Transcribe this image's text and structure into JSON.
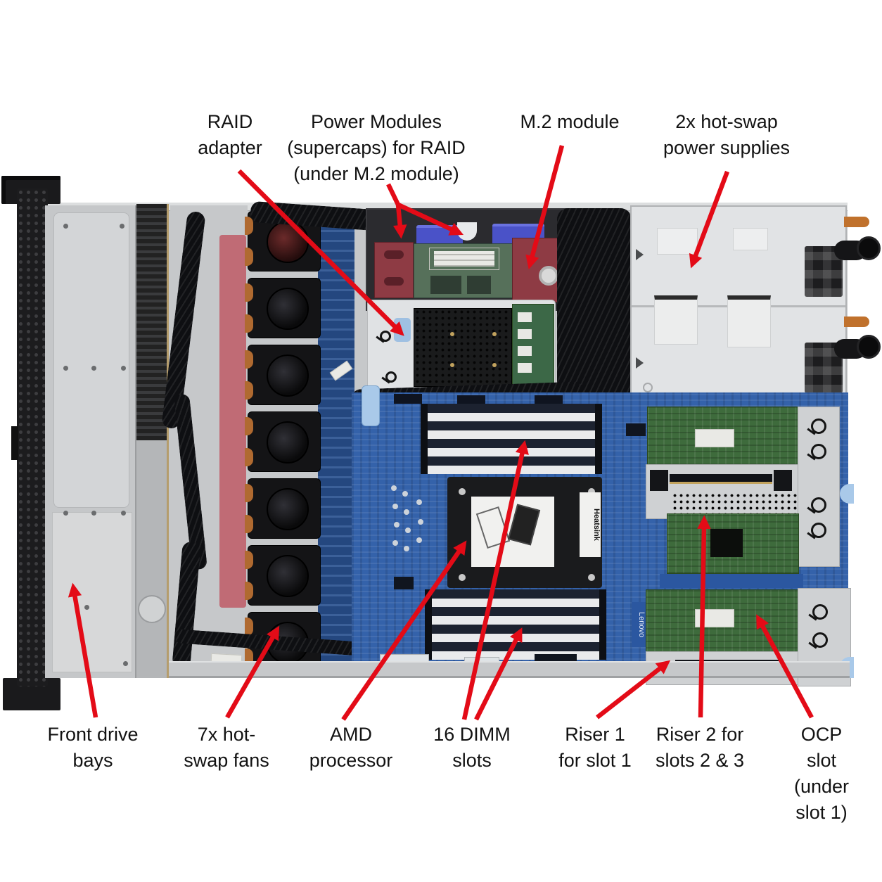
{
  "annotation": {
    "arrow_color": "#e30b17",
    "text_color": "#121212",
    "labels": [
      {
        "id": "raid-adapter",
        "text": "RAID\nadapter"
      },
      {
        "id": "power-modules",
        "text": "Power Modules\n(supercaps) for RAID\n(under M.2 module)"
      },
      {
        "id": "m2-module",
        "text": "M.2 module"
      },
      {
        "id": "power-supplies",
        "text": "2x hot-swap\npower supplies"
      },
      {
        "id": "front-drive-bays",
        "text": "Front drive\nbays"
      },
      {
        "id": "hot-swap-fans",
        "text": "7x hot-\nswap fans"
      },
      {
        "id": "amd-processor",
        "text": "AMD\nprocessor"
      },
      {
        "id": "dimm-slots",
        "text": "16 DIMM\nslots"
      },
      {
        "id": "riser-1",
        "text": "Riser 1\nfor slot 1"
      },
      {
        "id": "riser-2",
        "text": "Riser 2 for\nslots 2 & 3"
      },
      {
        "id": "ocp-slot",
        "text": "OCP slot\n(under slot 1)"
      }
    ]
  },
  "photo": {
    "heatsink_label": "Heatsink",
    "board_logo": "Lenovo"
  }
}
